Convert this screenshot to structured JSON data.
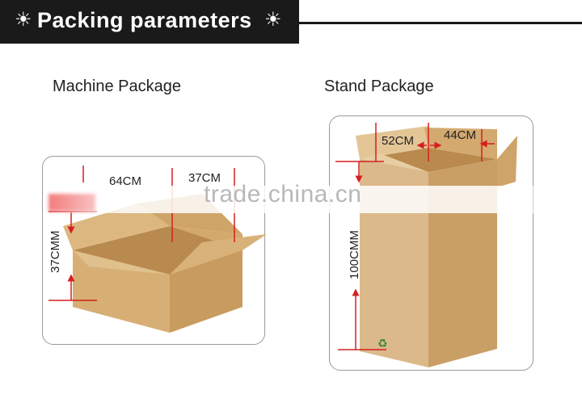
{
  "header": {
    "title": "Packing parameters",
    "icon_left": "sun-icon",
    "icon_right": "sun-icon",
    "bar_color": "#1a1a1a"
  },
  "machine_package": {
    "label": "Machine Package",
    "dim_length": "64CM",
    "dim_width": "37CM",
    "dim_height": "37CMM"
  },
  "stand_package": {
    "label": "Stand Package",
    "dim_length": "52CM",
    "dim_width": "44CM",
    "dim_height": "100CMM"
  },
  "watermark": "trade.china.cn",
  "colors": {
    "box": "#d9b47f",
    "box_dark": "#c69a5f",
    "arrow": "#d61f1f"
  }
}
